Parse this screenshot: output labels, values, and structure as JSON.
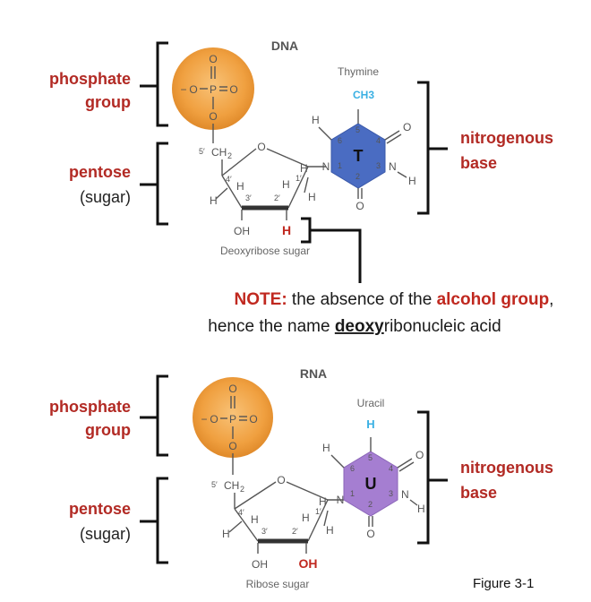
{
  "dna": {
    "title": "DNA",
    "labels": {
      "phosphate_1": "phosphate",
      "phosphate_2": "group",
      "pentose": "pentose",
      "sugar": "(sugar)",
      "nitrogenous_1": "nitrogenous",
      "nitrogenous_2": "base"
    },
    "base_name": "Thymine",
    "base_letter": "T",
    "methyl": "CH3",
    "sugar_name": "Deoxyribose sugar",
    "h_highlight": "H",
    "oh": "OH",
    "colors": {
      "base": "#4a6cc2",
      "accent": "#3ab0e3"
    }
  },
  "note": {
    "prefix": "NOTE:",
    "part1": " the absence of the ",
    "alcohol": "alcohol group",
    "part2": ",",
    "line2_pre": "hence the name ",
    "deoxy": "deoxy",
    "line2_post": "ribonucleic acid"
  },
  "rna": {
    "title": "RNA",
    "labels": {
      "phosphate_1": "phosphate",
      "phosphate_2": "group",
      "pentose": "pentose",
      "sugar": "(sugar)",
      "nitrogenous_1": "nitrogenous",
      "nitrogenous_2": "base"
    },
    "base_name": "Uracil",
    "base_letter": "U",
    "h_accent": "H",
    "sugar_name": "Ribose sugar",
    "oh_highlight": "OH",
    "oh": "OH",
    "colors": {
      "base": "#a57ed1",
      "accent": "#3ab0e3"
    }
  },
  "figure_caption": "Figure 3-1",
  "atoms": {
    "O": "O",
    "P": "P",
    "H": "H",
    "N": "N",
    "c5": "5′",
    "ch2": "CH",
    "sub2": "2",
    "n1": "1",
    "n2": "2",
    "n3": "3",
    "n4": "4",
    "n5": "5",
    "n6": "6",
    "p1": "1′",
    "p2": "2′",
    "p3": "3′",
    "p4": "4′",
    "minus": "−",
    "eq": "="
  }
}
